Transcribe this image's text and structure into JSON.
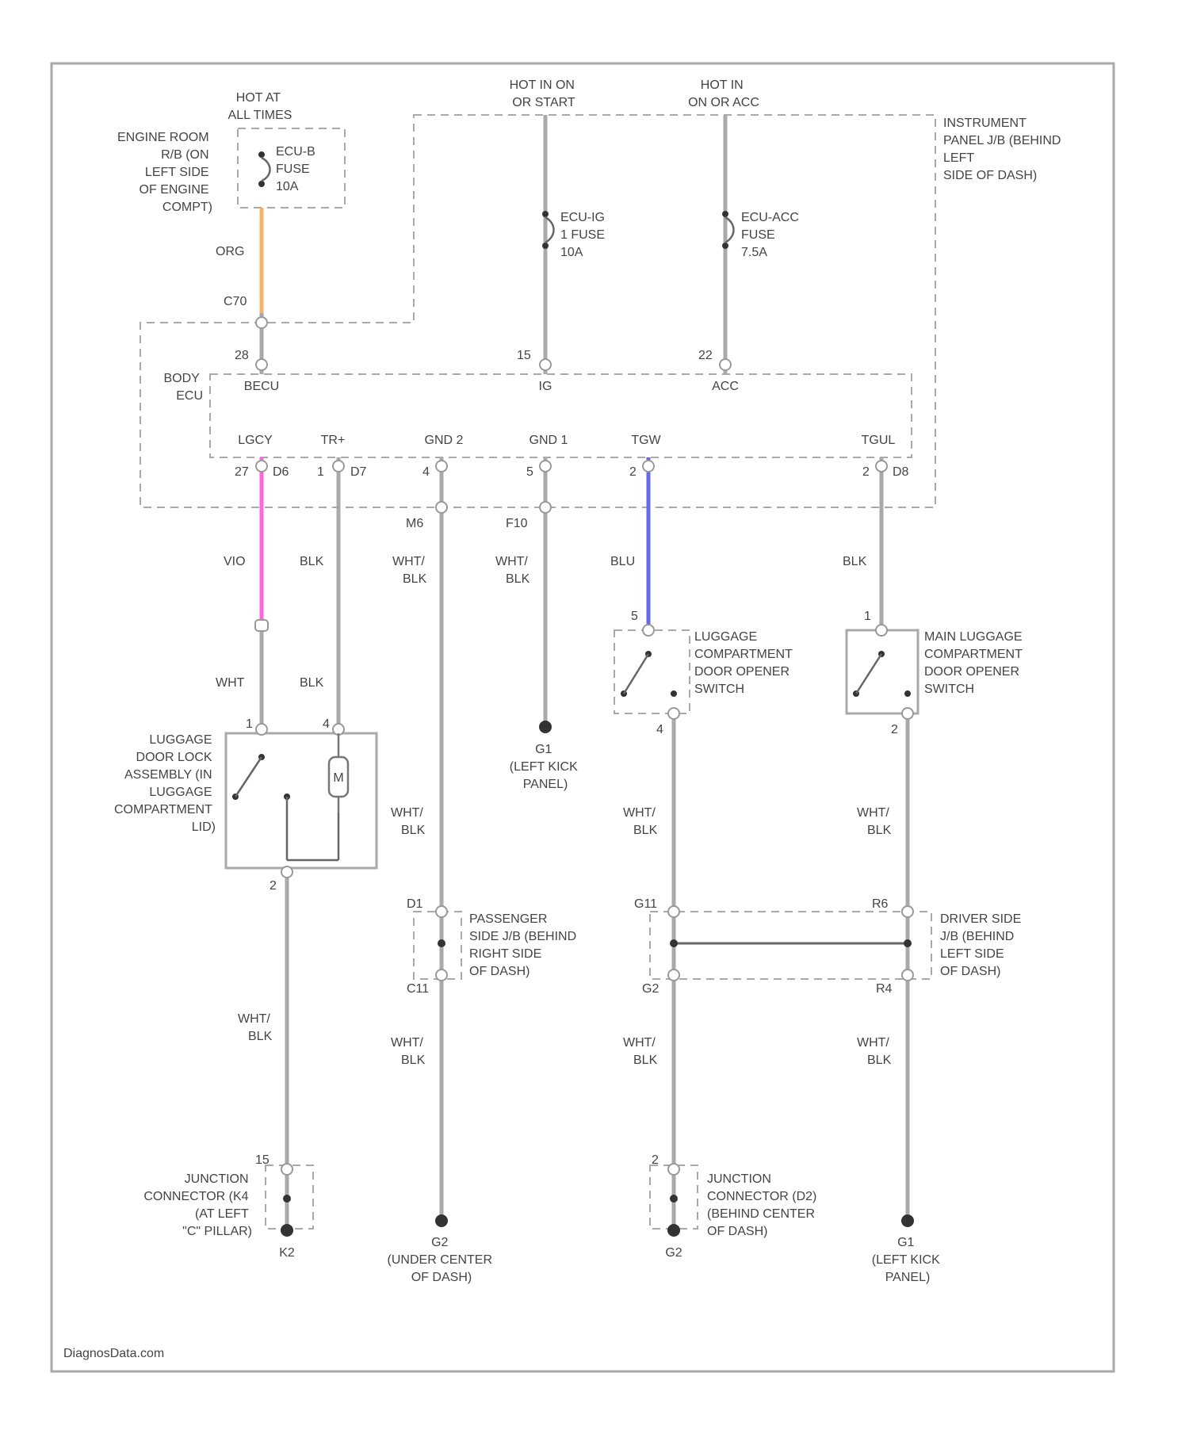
{
  "watermark": "DiagnosData.com",
  "power": {
    "hot_at_all_times": [
      "HOT AT",
      "ALL TIMES"
    ],
    "hot_in_on_start": [
      "HOT IN ON",
      "OR START"
    ],
    "hot_in_on_acc": [
      "HOT IN",
      "ON OR ACC"
    ]
  },
  "engine_room_rb": [
    "ENGINE ROOM",
    "R/B (ON",
    "LEFT SIDE",
    "OF ENGINE",
    "COMPT)"
  ],
  "instrument_panel_jb": [
    "INSTRUMENT",
    "PANEL J/B (BEHIND",
    "LEFT",
    "SIDE OF DASH)"
  ],
  "fuses": {
    "ecu_b": [
      "ECU-B",
      "FUSE",
      "10A"
    ],
    "ecu_ig": [
      "ECU-IG",
      "1 FUSE",
      "10A"
    ],
    "ecu_acc": [
      "ECU-ACC",
      "FUSE",
      "7.5A"
    ]
  },
  "connectors": {
    "c70": "C70",
    "pin28": "28",
    "pin15": "15",
    "pin22": "22",
    "pin27": "27",
    "d6": "D6",
    "pin1": "1",
    "d7": "D7",
    "pin4": "4",
    "pin5": "5",
    "pin2a": "2",
    "pin2b": "2",
    "d8": "D8",
    "m6": "M6",
    "f10": "F10",
    "sw1_top": "5",
    "sw2_top": "1",
    "sw1_bot": "4",
    "sw2_bot": "2",
    "lock_a": "1",
    "lock_b": "4",
    "lock_c": "2",
    "d1": "D1",
    "c11": "C11",
    "g11": "G11",
    "g2": "G2",
    "r6": "R6",
    "r4": "R4",
    "jc_k_pin": "15",
    "jc_d_pin": "2"
  },
  "body_ecu": {
    "label": [
      "BODY",
      "ECU"
    ],
    "pins_top": [
      "BECU",
      "IG",
      "ACC"
    ],
    "pins_bottom": [
      "LGCY",
      "TR+",
      "GND 2",
      "GND 1",
      "TGW",
      "TGUL"
    ]
  },
  "wires": {
    "org": "ORG",
    "vio": "VIO",
    "blk": "BLK",
    "wht": "WHT",
    "wht_blk": [
      "WHT/",
      "BLK"
    ],
    "blu": "BLU"
  },
  "wire_colors": {
    "org": "#f5b26b",
    "vio": "#ff66dd",
    "blu": "#6666ee",
    "wire": "#a9a9a9"
  },
  "components": {
    "luggage_lock": [
      "LUGGAGE",
      "DOOR LOCK",
      "ASSEMBLY (IN",
      "LUGGAGE",
      "COMPARTMENT",
      "LID)"
    ],
    "motor": "M",
    "luggage_opener": [
      "LUGGAGE",
      "COMPARTMENT",
      "DOOR OPENER",
      "SWITCH"
    ],
    "main_luggage_opener": [
      "MAIN LUGGAGE",
      "COMPARTMENT",
      "DOOR OPENER",
      "SWITCH"
    ],
    "passenger_jb": [
      "PASSENGER",
      "SIDE J/B (BEHIND",
      "RIGHT SIDE",
      "OF DASH)"
    ],
    "driver_jb": [
      "DRIVER SIDE",
      "J/B (BEHIND",
      "LEFT SIDE",
      "OF DASH)"
    ],
    "junction_k": [
      "JUNCTION",
      "CONNECTOR (K4",
      "(AT LEFT",
      "\"C\" PILLAR)"
    ],
    "junction_d": [
      "JUNCTION",
      "CONNECTOR (D2)",
      "(BEHIND CENTER",
      "OF DASH)"
    ]
  },
  "grounds": {
    "g1_top": [
      "G1",
      "(LEFT KICK",
      "PANEL)"
    ],
    "k2": "K2",
    "g2_center": [
      "G2",
      "(UNDER CENTER",
      "OF DASH)"
    ],
    "g2_jc": "G2",
    "g1_bottom": [
      "G1",
      "(LEFT KICK",
      "PANEL)"
    ]
  }
}
